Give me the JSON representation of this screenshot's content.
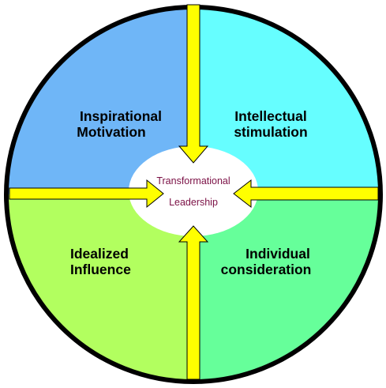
{
  "diagram": {
    "center": {
      "line1": "Transformational",
      "line2": "Leadership",
      "text_color": "#7b1045",
      "fill": "#ffffff"
    },
    "quadrants": [
      {
        "position": "top-left",
        "line1": "Inspirational",
        "line2": "Motivation",
        "color": "#6fb6f7"
      },
      {
        "position": "top-right",
        "line1": "Intellectual",
        "line2": "stimulation",
        "color": "#66feff"
      },
      {
        "position": "bottom-left",
        "line1": "Idealized",
        "line2": "Influence",
        "color": "#b2ff5f"
      },
      {
        "position": "bottom-right",
        "line1": "Individual",
        "line2": "consideration",
        "color": "#66ff9a"
      }
    ],
    "arrows": {
      "color": "#ffff00",
      "outline": "#000000",
      "directions": [
        "down",
        "right",
        "left",
        "up"
      ]
    },
    "outer_ring_color": "#000000"
  }
}
